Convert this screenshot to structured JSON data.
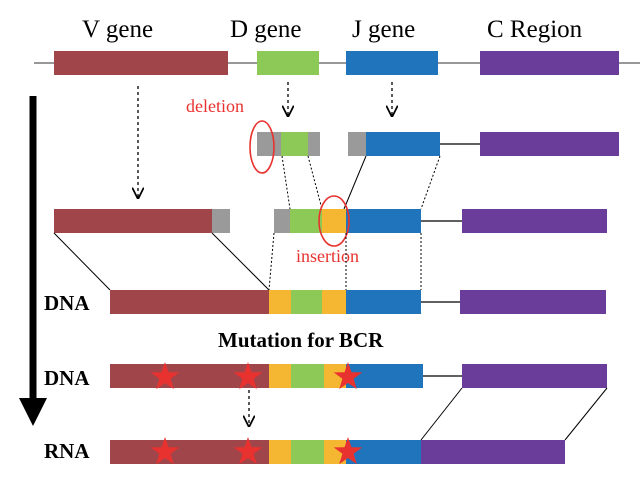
{
  "header": {
    "v_gene": "V gene",
    "d_gene": "D gene",
    "j_gene": "J gene",
    "c_region": "C Region"
  },
  "annotations": {
    "deletion": "deletion",
    "insertion": "insertion",
    "mutation_title": "Mutation for BCR"
  },
  "rows": {
    "dna_1": "DNA",
    "dna_2": "DNA",
    "rna": "RNA"
  },
  "colors": {
    "v_segment": "#A0454A",
    "d_segment": "#8DC956",
    "j_segment": "#1F74BC",
    "c_segment": "#6A3D9A",
    "gap": "#9A9A9A",
    "insertion": "#F5B731",
    "annotation": "#E8322F",
    "star": "#E8322F",
    "timeline": "#000000"
  }
}
